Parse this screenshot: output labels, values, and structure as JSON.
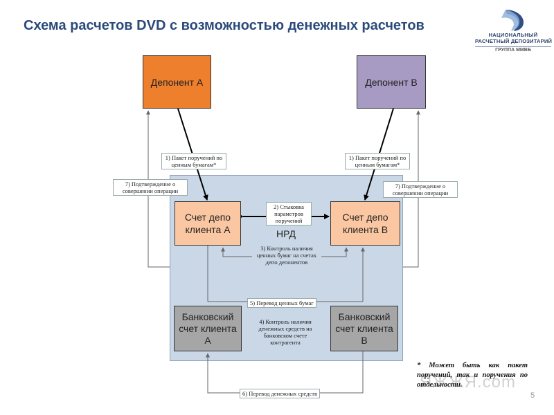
{
  "slide": {
    "title": "Схема расчетов DVD с возможностью денежных расчетов",
    "page_number": "5"
  },
  "logo": {
    "line1": "НАЦИОНАЛЬНЫЙ",
    "line2": "РАСЧЕТНЫЙ ДЕПОЗИТАРИЙ",
    "line3": "ГРУППА ММВБ"
  },
  "nodes": {
    "deponent_a": "Депонент А",
    "deponent_b": "Депонент В",
    "account_a": "Счет депо клиента А",
    "account_b": "Счет депо клиента В",
    "bank_a": "Банковский счет клиента А",
    "bank_b": "Банковский счет клиента В",
    "nrd": "НРД"
  },
  "steps": {
    "s1_a": "1) Пакет поручений по ценным бумагам*",
    "s1_b": "1) Пакет поручений по ценным бумагам*",
    "s2": "2) Стыковка параметров поручений",
    "s3": "3) Контроль наличия ценных бумаг на счетах депо депонентов",
    "s4": "4) Контроль наличия денежных средств на банковском счете контрагента",
    "s5": "5) Перевод ценных бумаг",
    "s6": "6) Перевод денежных средств",
    "s7_a": "7) Подтверждение о совершении операции",
    "s7_b": "7) Подтверждение о совершении операции"
  },
  "footnote": "* Может быть как пакет поручений, так и поручения по отдельности.",
  "watermark": "ЯЖЖЯ.com"
}
